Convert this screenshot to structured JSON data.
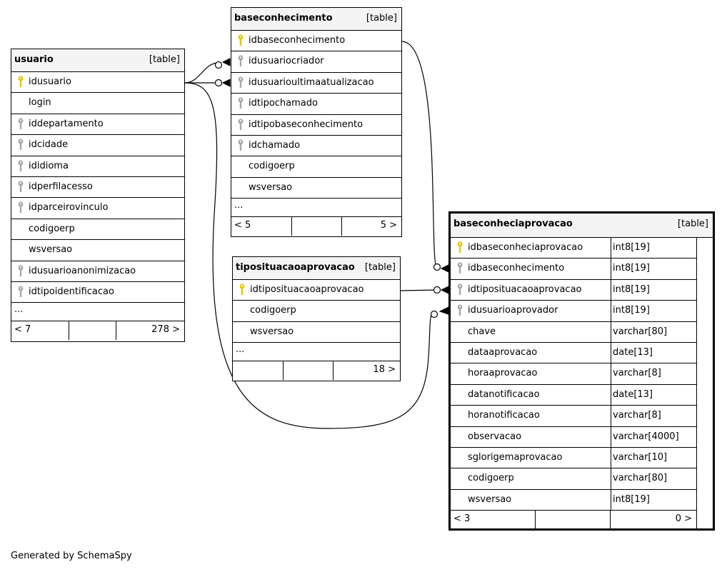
{
  "tables": {
    "baseconhecimento": {
      "name": "baseconhecimento",
      "tag": "[table]",
      "columns": [
        {
          "name": "idbaseconhecimento",
          "key": "primary"
        },
        {
          "name": "idusuariocriador",
          "key": "foreign"
        },
        {
          "name": "idusuarioultimaatualizacao",
          "key": "foreign"
        },
        {
          "name": "idtipochamado",
          "key": "foreign"
        },
        {
          "name": "idtipobaseconhecimento",
          "key": "foreign"
        },
        {
          "name": "idchamado",
          "key": "foreign"
        },
        {
          "name": "codigoerp",
          "key": "none"
        },
        {
          "name": "wsversao",
          "key": "none"
        }
      ],
      "more": "...",
      "footer_left": "< 5",
      "footer_right": "5 >"
    },
    "usuario": {
      "name": "usuario",
      "tag": "[table]",
      "columns": [
        {
          "name": "idusuario",
          "key": "primary"
        },
        {
          "name": "login",
          "key": "none"
        },
        {
          "name": "iddepartamento",
          "key": "foreign"
        },
        {
          "name": "idcidade",
          "key": "foreign"
        },
        {
          "name": "ididioma",
          "key": "foreign"
        },
        {
          "name": "idperfilacesso",
          "key": "foreign"
        },
        {
          "name": "idparceirovinculo",
          "key": "foreign"
        },
        {
          "name": "codigoerp",
          "key": "none"
        },
        {
          "name": "wsversao",
          "key": "none"
        },
        {
          "name": "idusuarioanonimizacao",
          "key": "foreign"
        },
        {
          "name": "idtipoidentificacao",
          "key": "foreign"
        }
      ],
      "more": "...",
      "footer_left": "< 7",
      "footer_right": "278 >"
    },
    "tipositu": {
      "name": "tipositua​caoaprovacao",
      "tag": "[table]",
      "columns": [
        {
          "name": "idtipositua​caoaprovacao",
          "key": "primary"
        },
        {
          "name": "codigoerp",
          "key": "none"
        },
        {
          "name": "wsversao",
          "key": "none"
        }
      ],
      "more": "...",
      "footer_left": "",
      "footer_right": "18 >"
    },
    "baseconheciaprovacao": {
      "name": "baseconheciaprovacao",
      "tag": "[table]",
      "columns": [
        {
          "name": "idbaseconheciaprovacao",
          "type": "int8[19]",
          "key": "primary"
        },
        {
          "name": "idbaseconhecimento",
          "type": "int8[19]",
          "key": "foreign"
        },
        {
          "name": "idtipositua​caoaprovacao",
          "type": "int8[19]",
          "key": "foreign"
        },
        {
          "name": "idusuarioaprovador",
          "type": "int8[19]",
          "key": "foreign"
        },
        {
          "name": "chave",
          "type": "varchar[80]",
          "key": "none"
        },
        {
          "name": "dataaprovacao",
          "type": "date[13]",
          "key": "none"
        },
        {
          "name": "horaaprovacao",
          "type": "varchar[8]",
          "key": "none"
        },
        {
          "name": "datanotificacao",
          "type": "date[13]",
          "key": "none"
        },
        {
          "name": "horanotificacao",
          "type": "varchar[8]",
          "key": "none"
        },
        {
          "name": "observacao",
          "type": "varchar[4000]",
          "key": "none"
        },
        {
          "name": "sglorigemaprovacao",
          "type": "varchar[10]",
          "key": "none"
        },
        {
          "name": "codigoerp",
          "type": "varchar[80]",
          "key": "none"
        },
        {
          "name": "wsversao",
          "type": "int8[19]",
          "key": "none"
        }
      ],
      "footer_left": "< 3",
      "footer_right": "0 >"
    }
  },
  "generated_by": "Generated by SchemaSpy",
  "colors": {
    "primary_key": "#e8c800",
    "foreign_key": "#a8a8a8",
    "header_bg": "#f4f4f4",
    "line": "#000000"
  }
}
